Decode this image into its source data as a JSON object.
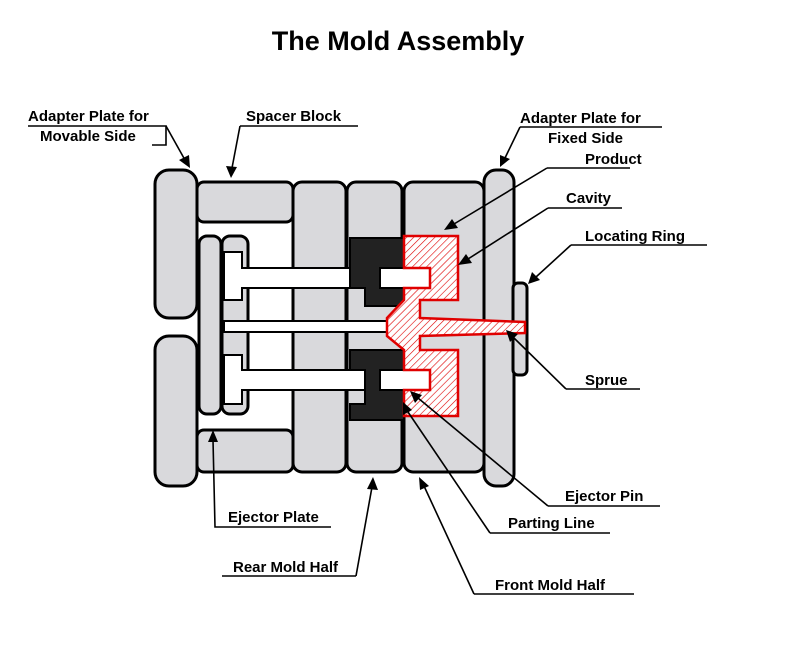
{
  "title": "The Mold Assembly",
  "labels": {
    "adapter_movable_line1": "Adapter Plate for",
    "adapter_movable_line2": "Movable Side",
    "spacer_block": "Spacer Block",
    "adapter_fixed_line1": "Adapter Plate for",
    "adapter_fixed_line2": "Fixed Side",
    "product": "Product",
    "cavity": "Cavity",
    "locating_ring": "Locating Ring",
    "sprue": "Sprue",
    "ejector_pin": "Ejector Pin",
    "parting_line": "Parting Line",
    "ejector_plate": "Ejector Plate",
    "rear_mold_half": "Rear Mold Half",
    "front_mold_half": "Front Mold Half"
  },
  "colors": {
    "plate_fill": "#d9d9dc",
    "outline": "#000000",
    "product_outline": "#e00000",
    "core_fill": "#222222"
  }
}
